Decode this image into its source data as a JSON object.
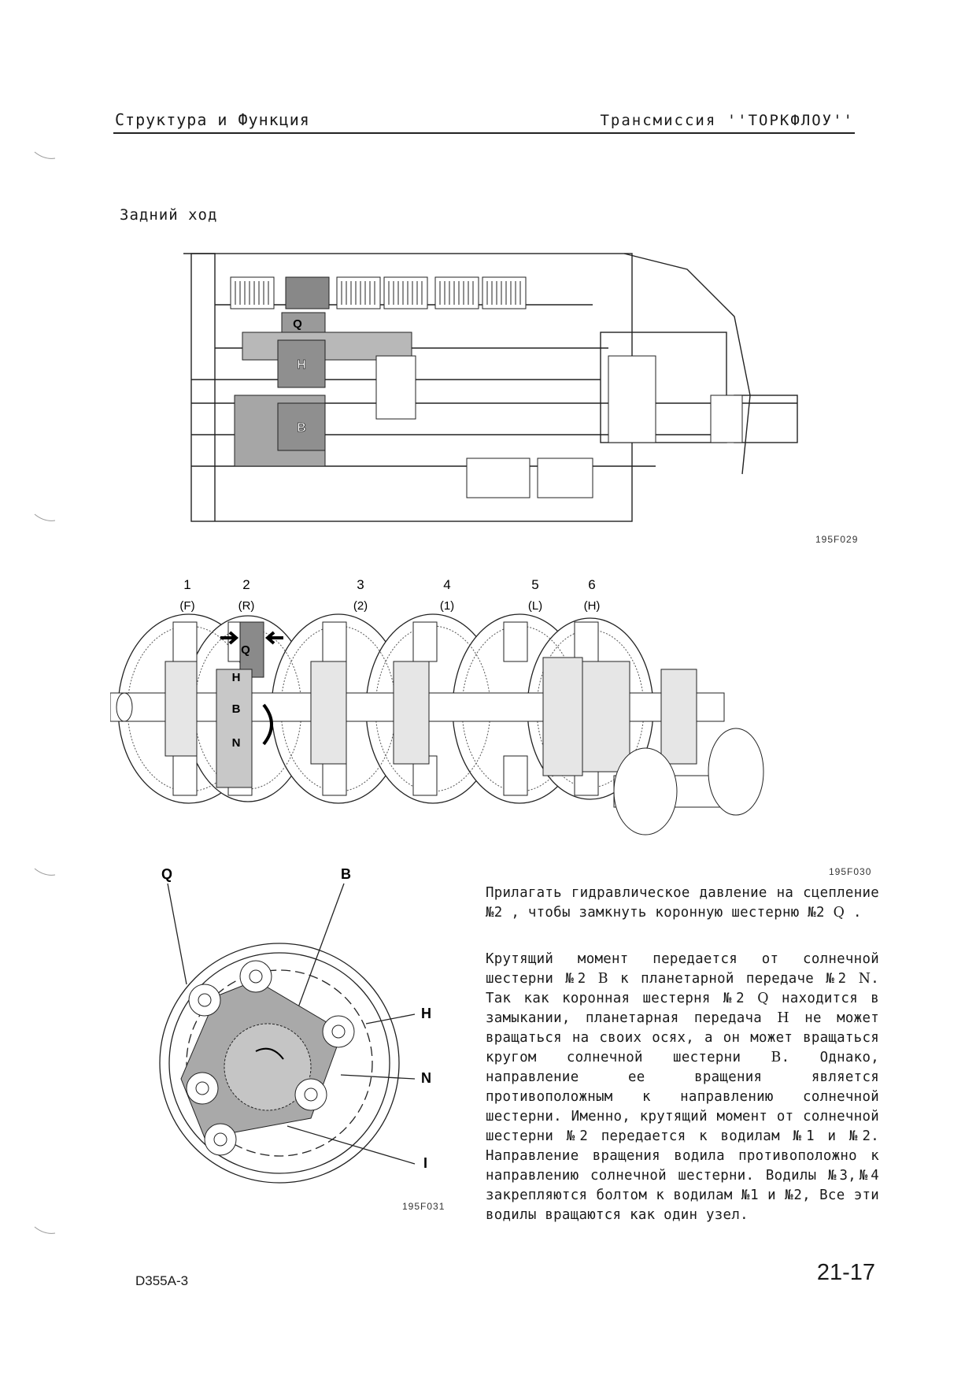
{
  "header": {
    "left": "Структура и Функция",
    "right": "Трансмиссия ''ТОРКФЛОУ''"
  },
  "section_title": "Задний ход",
  "figure_top": {
    "code": "195F029",
    "labels": {
      "q": "Q",
      "h": "H",
      "b": "B"
    }
  },
  "figure_middle": {
    "code": "195F030",
    "clutches": [
      {
        "num": "1",
        "tag": "(F)"
      },
      {
        "num": "2",
        "tag": "(R)"
      },
      {
        "num": "3",
        "tag": "(2)"
      },
      {
        "num": "4",
        "tag": "(1)"
      },
      {
        "num": "5",
        "tag": "(L)"
      },
      {
        "num": "6",
        "tag": "(H)"
      }
    ],
    "labels": {
      "q": "Q",
      "h": "H",
      "b": "B",
      "n": "N"
    }
  },
  "figure_bottom": {
    "code": "195F031",
    "labels": {
      "q": "Q",
      "b": "B",
      "h": "H",
      "n": "N",
      "i": "I"
    }
  },
  "paragraphs": {
    "p1": {
      "a": "Прилагать гидравлическое давление на сцепление №2",
      "b": ", чтобы замкнуть коронную шестерню №2",
      "sym": "Q",
      "c": "."
    },
    "p2": {
      "a": "Крутящий момент передается от солнечной шестерни №2",
      "sym1": "B",
      "b": "к планетарной передаче №2",
      "sym2": "N",
      "c": ". Так как коронная шестерня №2",
      "sym3": "Q",
      "d": "находится в замыкании, планетарная передача",
      "sym4": "H",
      "e": "не может вращаться на своих осях, а он может вращаться кругом солнечной шестерни",
      "sym5": "B",
      "f": ". Однако, направление ее вращения является противоположным к направлению солнечной шестерни. Именно, крутящий момент от солнечной шестерни №2 передается к водилам №1 и №2. Направление вращения водила противоположно к направлению солнечной шестерни. Водилы №3,№4 закрепляются болтом к водилам №1 и №2, Все эти водилы вращаются как один узел."
    }
  },
  "footer": {
    "left": "D355A-3",
    "right": "21-17"
  }
}
